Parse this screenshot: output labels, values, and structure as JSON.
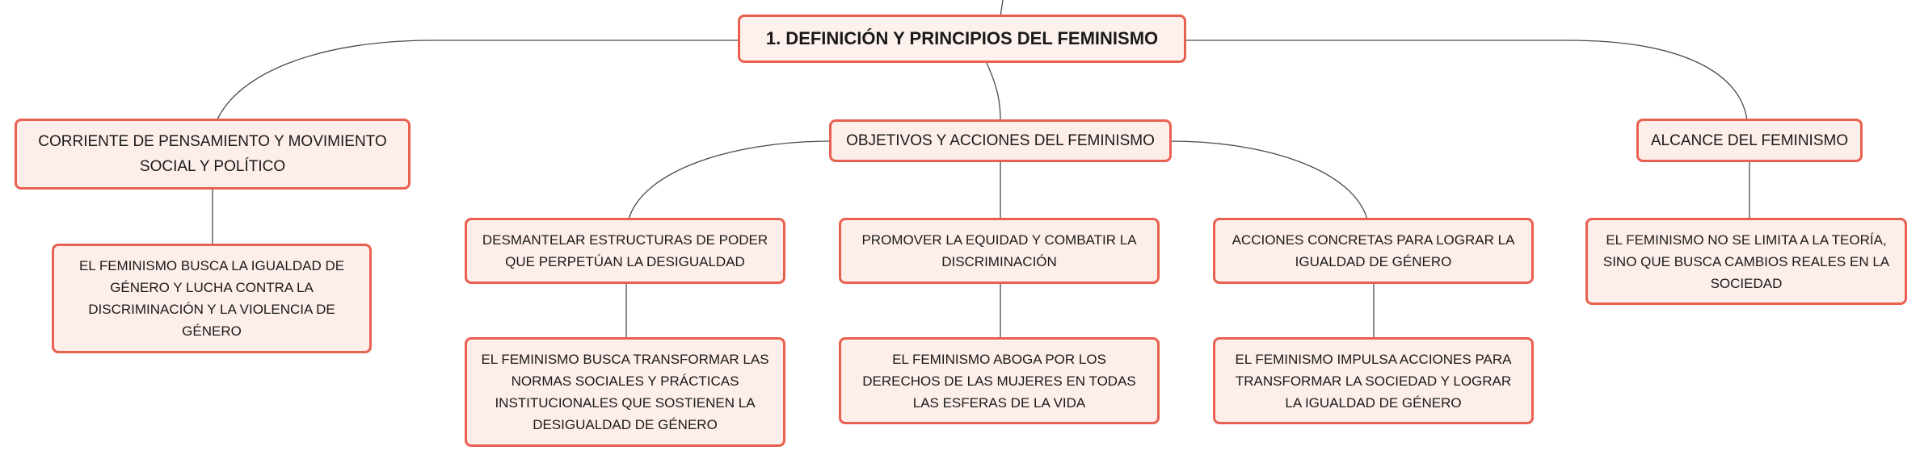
{
  "diagram": {
    "accent_color": "#e8604f",
    "node_fill": "#fdeeea",
    "root": {
      "label": "1. DEFINICIÓN Y PRINCIPIOS DEL FEMINISMO"
    },
    "branches": [
      {
        "label": "CORRIENTE DE PENSAMIENTO Y MOVIMIENTO SOCIAL Y POLÍTICO",
        "detail": "EL FEMINISMO BUSCA LA IGUALDAD DE GÉNERO Y LUCHA CONTRA LA DISCRIMINACIÓN Y LA VIOLENCIA DE GÉNERO"
      },
      {
        "label": "OBJETIVOS Y ACCIONES DEL FEMINISMO",
        "children": [
          {
            "label": "DESMANTELAR ESTRUCTURAS DE PODER QUE PERPETÚAN LA DESIGUALDAD",
            "detail": "EL FEMINISMO BUSCA TRANSFORMAR LAS NORMAS SOCIALES Y PRÁCTICAS INSTITUCIONALES QUE SOSTIENEN LA DESIGUALDAD DE GÉNERO"
          },
          {
            "label": "PROMOVER LA EQUIDAD Y COMBATIR LA DISCRIMINACIÓN",
            "detail": "EL FEMINISMO ABOGA POR LOS DERECHOS DE LAS MUJERES EN TODAS LAS ESFERAS DE LA VIDA"
          },
          {
            "label": "ACCIONES CONCRETAS PARA LOGRAR LA IGUALDAD DE GÉNERO",
            "detail": "EL FEMINISMO IMPULSA ACCIONES PARA TRANSFORMAR LA SOCIEDAD Y LOGRAR LA IGUALDAD DE GÉNERO"
          }
        ]
      },
      {
        "label": "ALCANCE DEL FEMINISMO",
        "detail": "EL FEMINISMO NO SE LIMITA A LA TEORÍA, SINO QUE BUSCA CAMBIOS REALES EN LA SOCIEDAD"
      }
    ]
  }
}
